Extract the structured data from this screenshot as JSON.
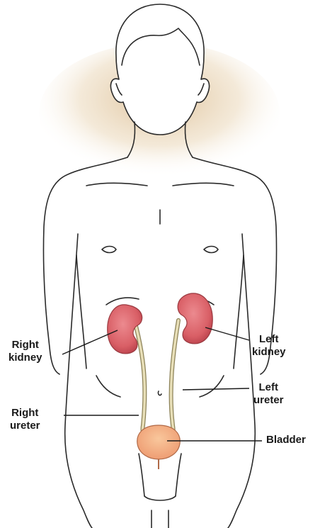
{
  "labels": {
    "right_kidney": [
      "Right",
      "kidney"
    ],
    "left_kidney": [
      "Left",
      "kidney"
    ],
    "left_ureter": [
      "Left",
      "ureter"
    ],
    "right_ureter": [
      "Right",
      "ureter"
    ],
    "bladder": [
      "Bladder"
    ]
  },
  "colors": {
    "outline": "#2a2a2a",
    "kidney": "#d95f66",
    "kidney_shade": "#b8404a",
    "ureter": "#e8dfb8",
    "bladder": "#f2a97e",
    "glow": "#d9b78a"
  }
}
